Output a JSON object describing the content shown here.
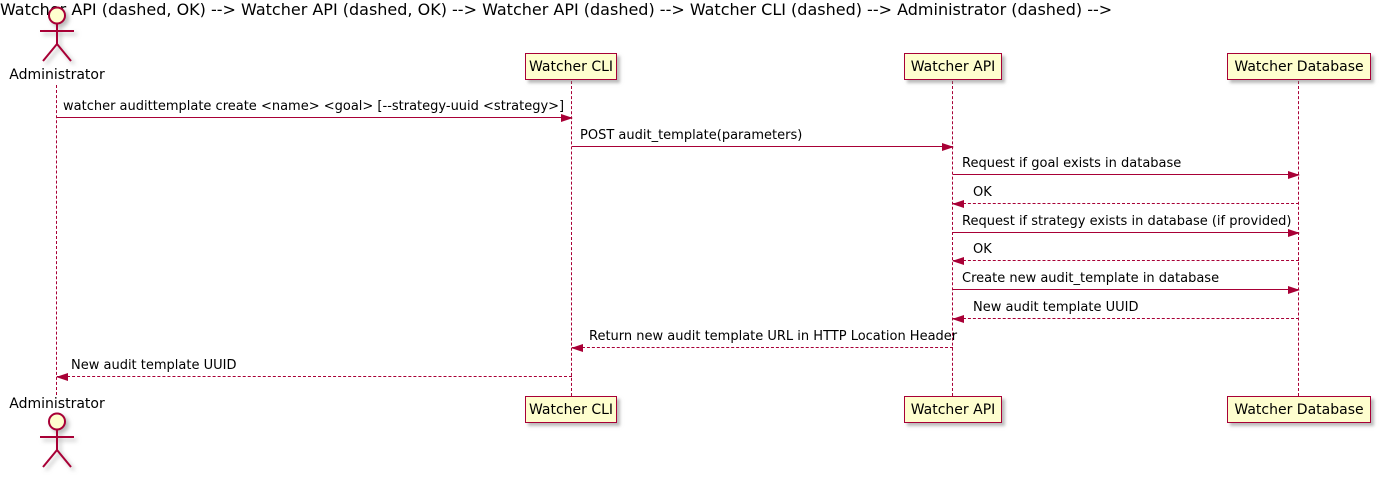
{
  "diagram": {
    "type": "uml-sequence",
    "colors": {
      "line": "#A80036",
      "participant_fill": "#FEFECE",
      "text": "#000000",
      "background": "#FFFFFF"
    },
    "participants": [
      {
        "id": "administrator",
        "label": "Administrator",
        "kind": "actor"
      },
      {
        "id": "watcher-cli",
        "label": "Watcher CLI",
        "kind": "participant"
      },
      {
        "id": "watcher-api",
        "label": "Watcher API",
        "kind": "participant"
      },
      {
        "id": "watcher-database",
        "label": "Watcher Database",
        "kind": "participant"
      }
    ],
    "messages": [
      {
        "from": "administrator",
        "to": "watcher-cli",
        "style": "solid",
        "text": "watcher audittemplate create <name> <goal> [--strategy-uuid <strategy>]"
      },
      {
        "from": "watcher-cli",
        "to": "watcher-api",
        "style": "solid",
        "text": "POST audit_template(parameters)"
      },
      {
        "from": "watcher-api",
        "to": "watcher-database",
        "style": "solid",
        "text": "Request if goal exists in database"
      },
      {
        "from": "watcher-database",
        "to": "watcher-api",
        "style": "dashed",
        "text": "OK"
      },
      {
        "from": "watcher-api",
        "to": "watcher-database",
        "style": "solid",
        "text": "Request if strategy exists in database (if provided)"
      },
      {
        "from": "watcher-database",
        "to": "watcher-api",
        "style": "dashed",
        "text": "OK"
      },
      {
        "from": "watcher-api",
        "to": "watcher-database",
        "style": "solid",
        "text": "Create new audit_template in database"
      },
      {
        "from": "watcher-database",
        "to": "watcher-api",
        "style": "dashed",
        "text": "New audit template UUID"
      },
      {
        "from": "watcher-api",
        "to": "watcher-cli",
        "style": "dashed",
        "text": "Return new audit template URL in HTTP Location Header"
      },
      {
        "from": "watcher-cli",
        "to": "administrator",
        "style": "dashed",
        "text": "New audit template UUID"
      }
    ]
  }
}
